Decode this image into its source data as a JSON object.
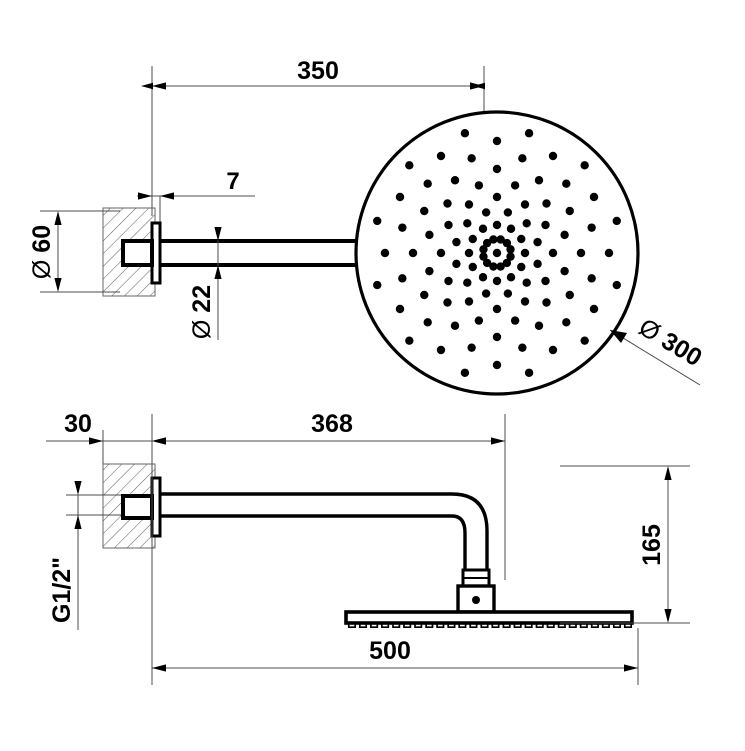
{
  "drawing": {
    "title": "Wall-mounted rain shower head dimensional drawing",
    "units": "mm",
    "views": [
      {
        "name": "front-view",
        "label": ""
      },
      {
        "name": "side-view",
        "label": ""
      }
    ],
    "dimensions": {
      "arm_projection_front": "350",
      "flange_thickness": "7",
      "wall_flange_diameter": "60",
      "tube_diameter": "22",
      "head_diameter": "300",
      "wall_plate_depth": "30",
      "thread_size": "G1/2\"",
      "arm_projection_side": "368",
      "drop_height": "165",
      "total_projection": "500"
    },
    "symbols": {
      "diameter": "Ø"
    },
    "colors": {
      "line": "#000000",
      "dimension_line": "#4d4d4d",
      "hatch": "#666666",
      "background": "#ffffff"
    },
    "nozzle_count_label": "",
    "features": [
      {
        "name": "wall-bracket",
        "label": ""
      },
      {
        "name": "flange-plate",
        "label": ""
      },
      {
        "name": "shower-arm-tube",
        "label": ""
      },
      {
        "name": "rain-head-disc",
        "label": ""
      },
      {
        "name": "nozzle-array",
        "label": ""
      },
      {
        "name": "elbow-bend",
        "label": ""
      },
      {
        "name": "ball-joint",
        "label": ""
      },
      {
        "name": "shower-plate",
        "label": ""
      }
    ]
  }
}
